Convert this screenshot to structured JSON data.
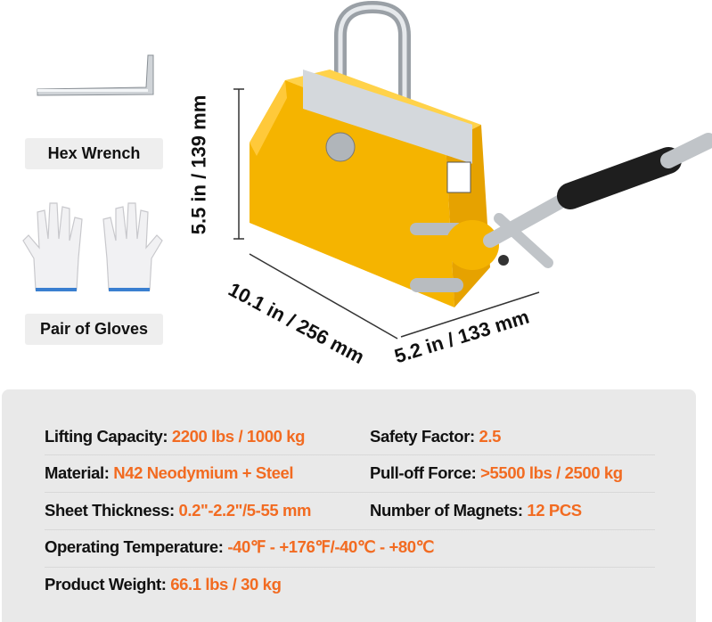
{
  "accessories": [
    {
      "label": "Hex Wrench",
      "icon": "hex-wrench"
    },
    {
      "label": "Pair of Gloves",
      "icon": "gloves"
    }
  ],
  "dimensions": {
    "height": "5.5 in / 139 mm",
    "length": "10.1 in / 256 mm",
    "width": "5.2 in / 133 mm"
  },
  "colors": {
    "product": "#f5b400",
    "accent": "#f26b21",
    "panel": "#e9e9e9"
  },
  "specs": [
    {
      "label": "Lifting Capacity:",
      "value": "2200 lbs / 1000 kg"
    },
    {
      "label": "Safety Factor:",
      "value": "2.5"
    },
    {
      "label": "Material:",
      "value": "N42 Neodymium + Steel"
    },
    {
      "label": "Pull-off Force:",
      "value": ">5500 lbs / 2500 kg"
    },
    {
      "label": "Sheet Thickness:",
      "value": "0.2\"-2.2\"/5-55 mm"
    },
    {
      "label": "Number of Magnets:",
      "value": "12 PCS"
    },
    {
      "label": "Operating Temperature:",
      "value": "-40℉ - +176℉/-40℃ - +80℃"
    },
    {
      "label": "Product Weight:",
      "value": "66.1 lbs / 30 kg"
    }
  ]
}
